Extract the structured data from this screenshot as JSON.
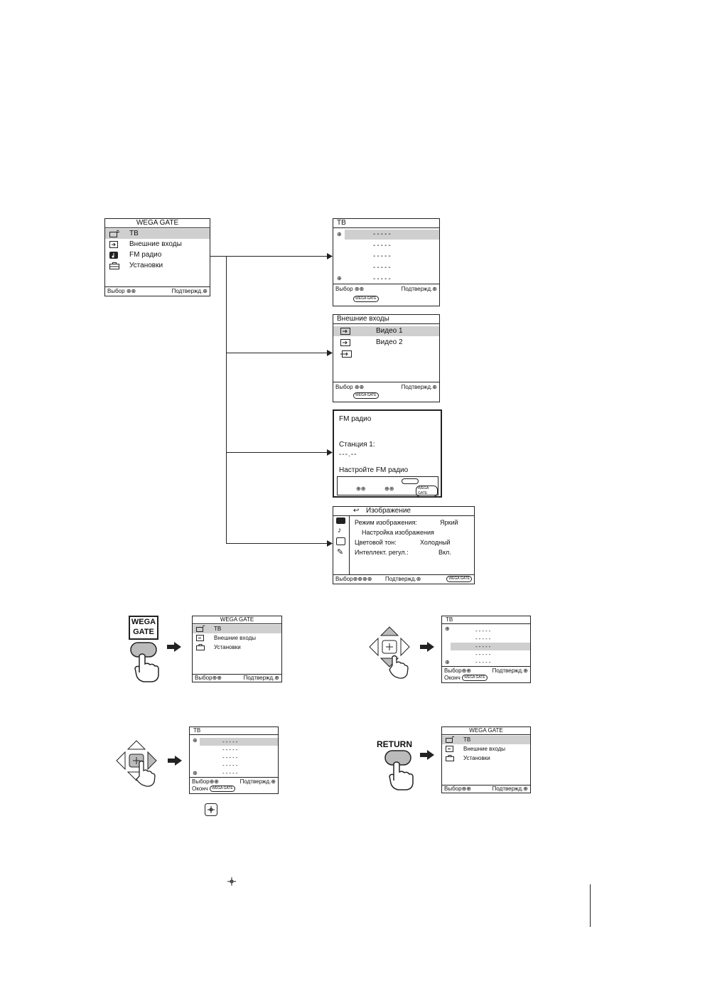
{
  "main_menu": {
    "title": "WEGA GATE",
    "items": [
      {
        "label": "ТВ",
        "icon": "tv-icon"
      },
      {
        "label": "Внешние входы",
        "icon": "input-icon"
      },
      {
        "label": "FM радио",
        "icon": "radio-icon"
      },
      {
        "label": "Установки",
        "icon": "toolbox-icon"
      }
    ],
    "footer_select": "Выбор",
    "footer_confirm": "Подтвержд."
  },
  "tv_menu": {
    "title": "ТВ",
    "dashes": "-----",
    "footer_select": "Выбор",
    "footer_confirm": "Подтвержд.",
    "footer_badge": "WEGA GATE"
  },
  "inputs_menu": {
    "title": "Внешние входы",
    "items": [
      "Видео 1",
      "Видео 2"
    ],
    "footer_select": "Выбор",
    "footer_confirm": "Подтвержд.",
    "footer_badge": "WEGA GATE"
  },
  "fm_menu": {
    "title": "FM радио",
    "station": "Станция 1:",
    "station_value": "---.--",
    "tune_text": "Настройте FM радио",
    "footer_badge": "WEGA GATE"
  },
  "picture_menu": {
    "title": "Изображение",
    "rows": [
      {
        "label": "Режим изображения:",
        "value": "Яркий"
      },
      {
        "label": "Настройка изображения",
        "value": ""
      },
      {
        "label": "Цветовой тон:",
        "value": "Холодный"
      },
      {
        "label": "Интеллект. регул.:",
        "value": "Вкл."
      }
    ],
    "footer_select": "Выбор",
    "footer_confirm": "Подтвержд.",
    "footer_badge": "WEGA GATE"
  },
  "steps": {
    "wega_button": [
      "WEGA",
      "GATE"
    ],
    "return_button": "RETURN",
    "step1_menu": {
      "title": "WEGA GATE",
      "items": [
        "ТВ",
        "Внешние входы",
        "Установки"
      ],
      "footer_select": "Выбор",
      "footer_confirm": "Подтвержд."
    },
    "step2_menu": {
      "title": "ТВ",
      "dashes": "-----",
      "footer_select": "Выбор",
      "footer_confirm": "Подтвержд.",
      "footer_exit": "Оконч",
      "footer_badge": "WEGA GATE"
    },
    "step3_menu": {
      "title": "ТВ",
      "dashes": "-----",
      "footer_select": "Выбор",
      "footer_confirm": "Подтвержд.",
      "footer_exit": "Оконч",
      "footer_badge": "WEGA GATE"
    },
    "step4_menu": {
      "title": "WEGA GATE",
      "items": [
        "ТВ",
        "Внешние входы",
        "Установки"
      ],
      "footer_select": "Выбор",
      "footer_confirm": "Подтвержд."
    }
  }
}
